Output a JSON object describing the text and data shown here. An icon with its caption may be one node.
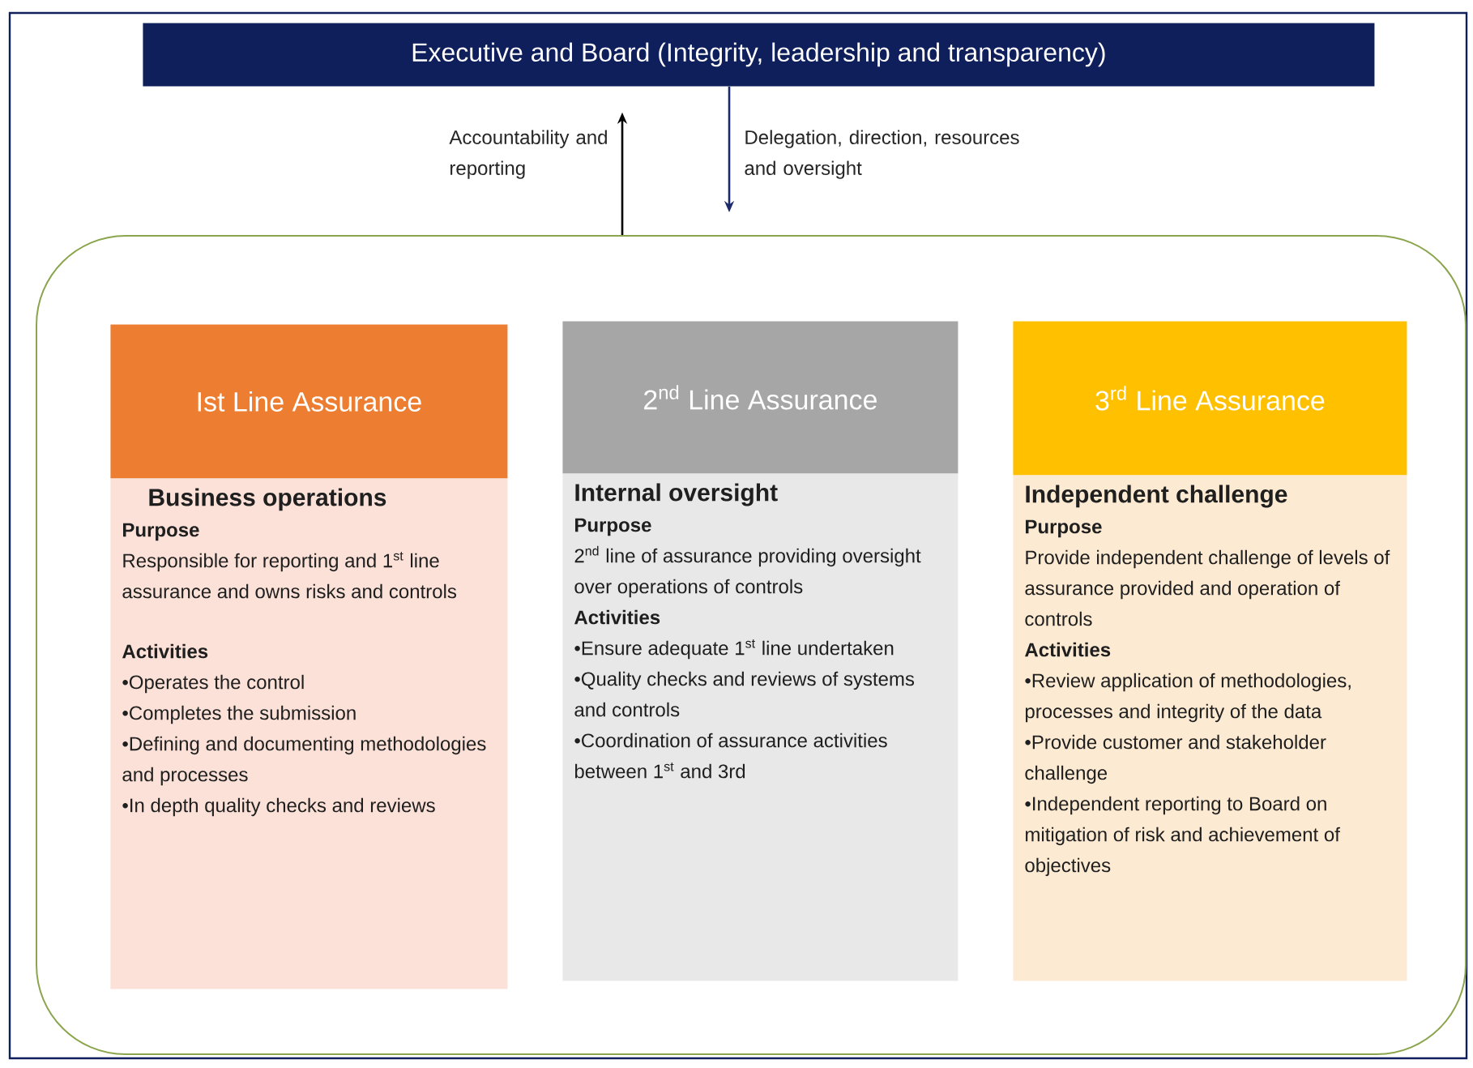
{
  "diagram": {
    "nodes": [
      {
        "text": [
          "Executive and Board (Integrity, leadership and transparency)"
        ]
      },
      {
        "text": [],
        "shape": "box"
      },
      {
        "text": [
          "Ist Line Assurance"
        ],
        "in": 1
      },
      {
        "text": [
          "Business operations",
          "Purpose",
          "Responsible for reporting and 1$^{st}$ line assurance and owns risks and controls",
          "Activities",
          "•Operates the control",
          "•Completes the submission",
          "•Defining and documenting methodologies and processes",
          "•In depth quality checks and reviews"
        ],
        "in": 1
      },
      {
        "text": [
          "2$^{nd}$ Line Assurance"
        ],
        "in": 1
      },
      {
        "text": [
          "Internal oversight",
          "Purpose",
          "2$^{nd}$ line of assurance providing oversight over operations of controls",
          "Activities",
          "•Ensure adequate 1$^{st}$ line undertaken",
          "•Quality checks and reviews of systems and controls",
          "•Coordination of assurance activities between 1$^{st}$ and 3rd"
        ],
        "in": 1
      },
      {
        "text": [
          "3$^{rd}$ Line Assurance"
        ],
        "in": 1
      },
      {
        "text": [
          "Independent challenge",
          "Purpose",
          "Provide independent challenge of levels of assurance provided and operation of controls",
          "Activities",
          "•Review application of methodologies, processes and integrity of the data",
          "•Provide customer and stakeholder challenge",
          "•Independent reporting to Board on mitigation of risk and achievement of objectives"
        ],
        "in": 1
      }
    ],
    "edges": [
      {
        "from": 1,
        "to": 0,
        "arrow": "to",
        "label": "Accountability and reporting"
      },
      {
        "from": 0,
        "to": 1,
        "arrow": "to",
        "label": "Delegation, direction, resources and oversight",
        "color": "#1b2a6b"
      }
    ]
  }
}
